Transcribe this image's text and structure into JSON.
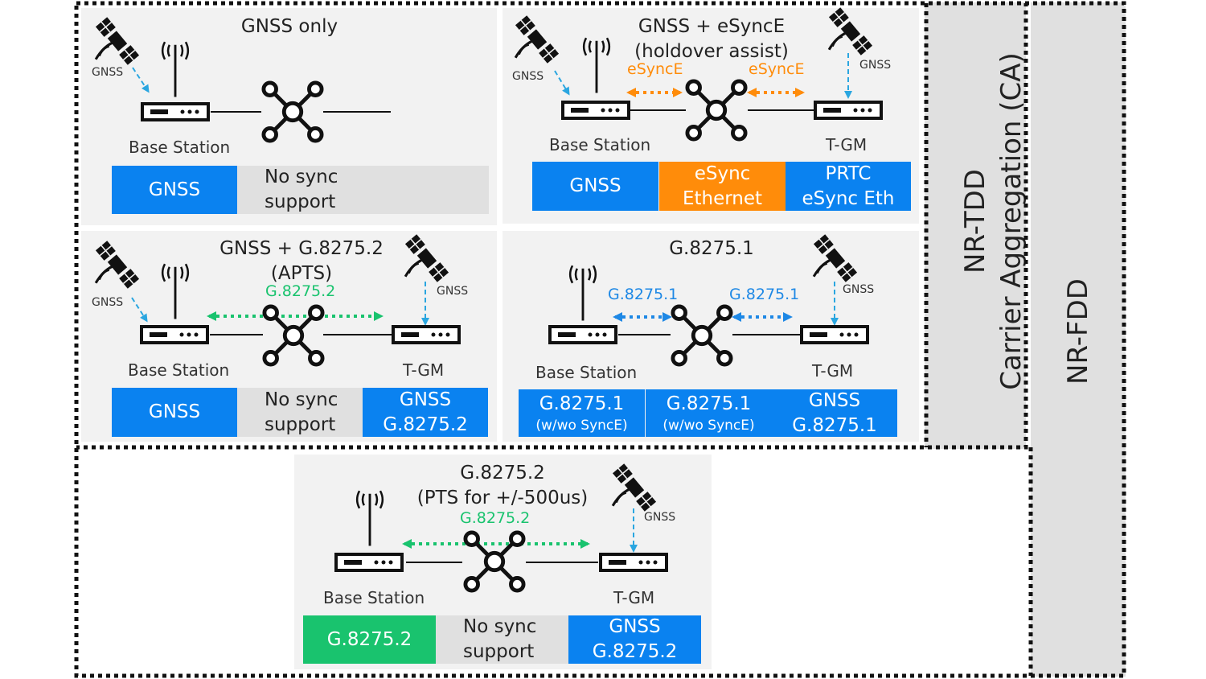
{
  "side": {
    "tdd": "NR-TDD",
    "ca": "Carrier Aggregation (CA)",
    "fdd": "NR-FDD"
  },
  "common": {
    "gnss": "GNSS",
    "base_station": "Base Station",
    "tgm": "T-GM",
    "no_sync_1": "No sync",
    "no_sync_2": "support"
  },
  "p1": {
    "title": "GNSS only",
    "cell_gnss": "GNSS"
  },
  "p2": {
    "title_1": "GNSS + eSyncE",
    "title_2": "(holdover assist)",
    "link": "eSyncE",
    "cell_gnss": "GNSS",
    "cell_esync_1": "eSync",
    "cell_esync_2": "Ethernet",
    "cell_prtc_1": "PRTC",
    "cell_prtc_2": "eSync Eth"
  },
  "p3": {
    "title_1": "GNSS + G.8275.2",
    "title_2": "(APTS)",
    "link": "G.8275.2",
    "cell_gnss": "GNSS",
    "cell_r_1": "GNSS",
    "cell_r_2": "G.8275.2"
  },
  "p4": {
    "title": "G.8275.1",
    "link": "G.8275.1",
    "cell_a_1": "G.8275.1",
    "cell_a_2": "(w/wo SyncE)",
    "cell_r_1": "GNSS",
    "cell_r_2": "G.8275.1"
  },
  "p5": {
    "title_1": "G.8275.2",
    "title_2": "(PTS for +/-500us)",
    "link": "G.8275.2",
    "cell_l": "G.8275.2",
    "cell_r_1": "GNSS",
    "cell_r_2": "G.8275.2"
  },
  "colors": {
    "blue": "#0a82f0",
    "orange": "#ff8c0a",
    "green": "#19c36e",
    "grey": "#e0e0e0",
    "panel": "#f2f2f2",
    "link_blue": "#1e88e5",
    "gnss_arrow": "#2aa6e0"
  }
}
